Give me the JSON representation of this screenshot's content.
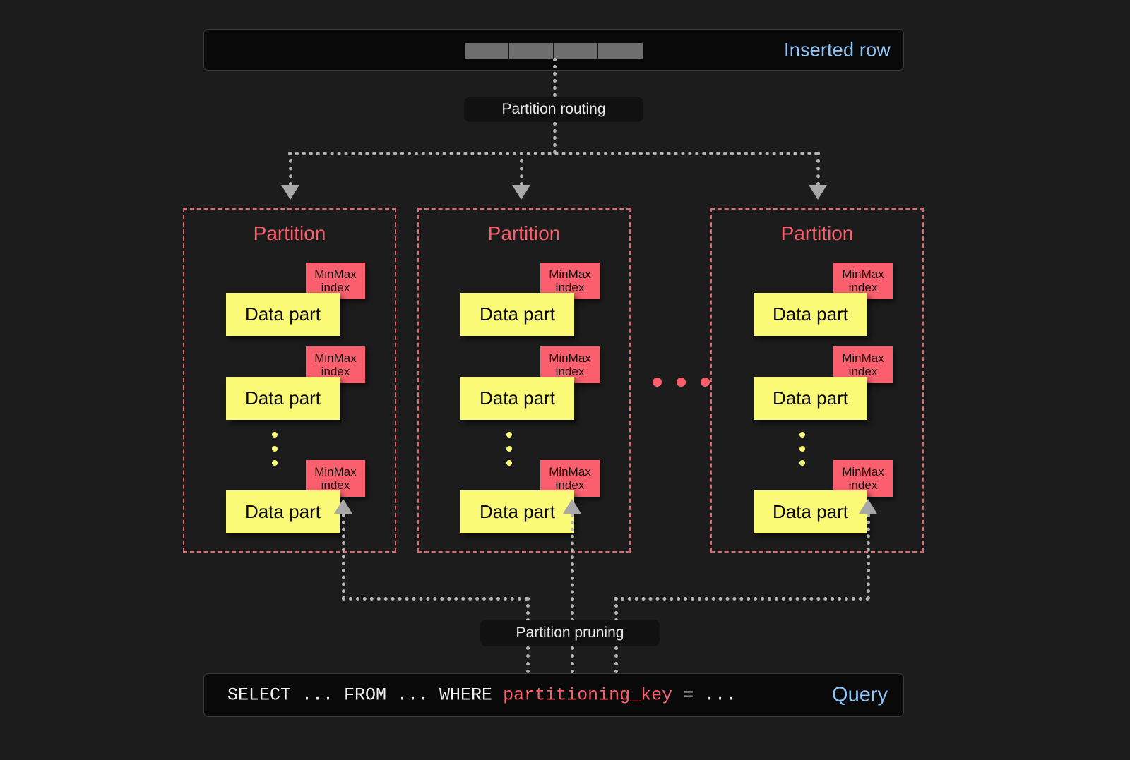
{
  "diagram": {
    "title": "Partitioning: insert routing and query pruning",
    "background_color": "#1c1c1c",
    "accent_red": "#fb5f6d",
    "accent_yellow": "#fafa76",
    "accent_blue": "#8ec5f8",
    "connector_color": "#b4b4b4"
  },
  "top": {
    "label": "Inserted row",
    "cells": [
      "",
      "",
      "",
      ""
    ]
  },
  "routing": {
    "label": "Partition routing"
  },
  "partitions": [
    {
      "title": "Partition",
      "parts": [
        {
          "data_label": "Data part",
          "index_line1": "MinMax",
          "index_line2": "index"
        },
        {
          "data_label": "Data part",
          "index_line1": "MinMax",
          "index_line2": "index"
        },
        {
          "data_label": "Data part",
          "index_line1": "MinMax",
          "index_line2": "index"
        }
      ],
      "ellipsis": "⋮"
    },
    {
      "title": "Partition",
      "parts": [
        {
          "data_label": "Data part",
          "index_line1": "MinMax",
          "index_line2": "index"
        },
        {
          "data_label": "Data part",
          "index_line1": "MinMax",
          "index_line2": "index"
        },
        {
          "data_label": "Data part",
          "index_line1": "MinMax",
          "index_line2": "index"
        }
      ],
      "ellipsis": "⋮"
    },
    {
      "title": "Partition",
      "parts": [
        {
          "data_label": "Data part",
          "index_line1": "MinMax",
          "index_line2": "index"
        },
        {
          "data_label": "Data part",
          "index_line1": "MinMax",
          "index_line2": "index"
        },
        {
          "data_label": "Data part",
          "index_line1": "MinMax",
          "index_line2": "index"
        }
      ],
      "ellipsis": "⋮"
    }
  ],
  "partitions_ellipsis": "⋯",
  "pruning": {
    "label": "Partition pruning"
  },
  "query": {
    "prefix": "SELECT ... FROM ... WHERE ",
    "column": "partitioning_key",
    "suffix": " = ...",
    "label": "Query"
  }
}
